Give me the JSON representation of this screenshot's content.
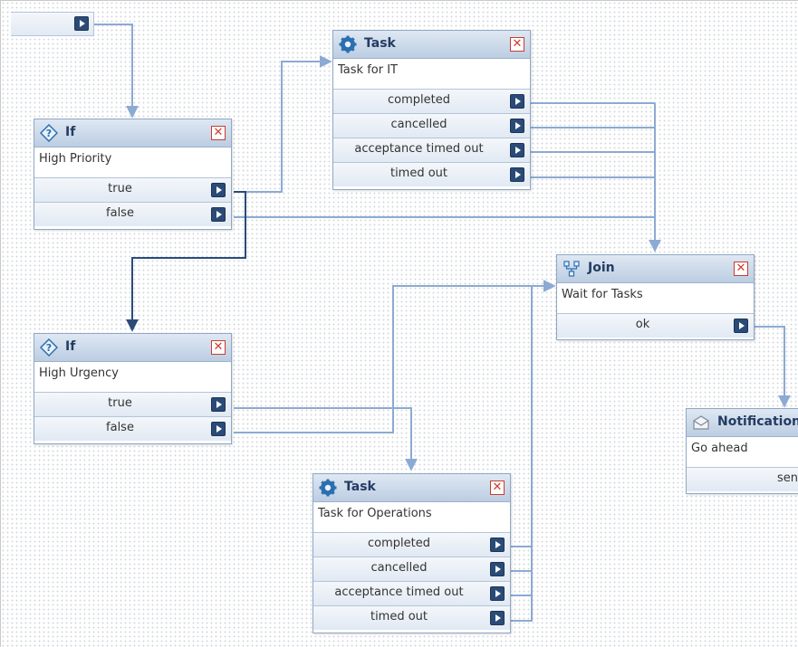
{
  "canvas": {
    "background": "#ffffff",
    "grid_dot_color": "#d3d8de",
    "wire_color": "#8caad3",
    "active_wire_color": "#2a4b77"
  },
  "nodes": {
    "if_priority": {
      "title": "If",
      "icon": "condition-icon",
      "description": "High Priority",
      "outcomes": [
        "true",
        "false"
      ]
    },
    "task_it": {
      "title": "Task",
      "icon": "gear-icon",
      "description": "Task for IT",
      "outcomes": [
        "completed",
        "cancelled",
        "acceptance timed out",
        "timed out"
      ]
    },
    "join": {
      "title": "Join",
      "icon": "join-icon",
      "description": "Wait for Tasks",
      "outcomes": [
        "ok"
      ]
    },
    "if_urgency": {
      "title": "If",
      "icon": "condition-icon",
      "description": "High Urgency",
      "outcomes": [
        "true",
        "false"
      ]
    },
    "task_ops": {
      "title": "Task",
      "icon": "gear-icon",
      "description": "Task for Operations",
      "outcomes": [
        "completed",
        "cancelled",
        "acceptance timed out",
        "timed out"
      ]
    },
    "notification": {
      "title": "Notification",
      "icon": "envelope-icon",
      "description": "Go ahead",
      "outcomes": [
        "sen"
      ]
    }
  },
  "close_glyph": "✕"
}
